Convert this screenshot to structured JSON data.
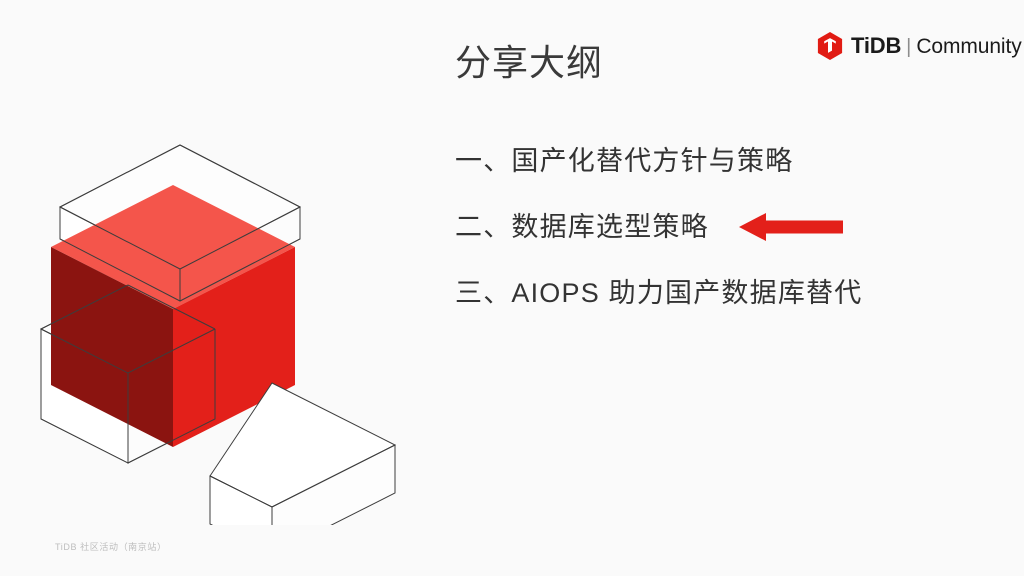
{
  "slide": {
    "background_color": "#fafafa",
    "title": "分享大纲",
    "footer_note": "TiDB 社区活动（南京站）"
  },
  "brand": {
    "name": "TiDB",
    "separator": "|",
    "suffix": "Community",
    "logo_color": "#e11b13"
  },
  "outline": {
    "items": [
      {
        "text": "一、国产化替代方针与策略",
        "has_arrow": false
      },
      {
        "text": "二、数据库选型策略",
        "has_arrow": true
      },
      {
        "text": "三、AIOPS 助力国产数据库替代",
        "has_arrow": false
      }
    ]
  },
  "arrow": {
    "direction": "left",
    "color": "#e3201a"
  },
  "artwork": {
    "description": "isometric-red-cube-with-white-wireframe-slabs",
    "colors": {
      "cube_top": "#f4554b",
      "cube_left": "#8b1410",
      "cube_right": "#e3201a",
      "wire_stroke": "#444444",
      "wire_fill": "#ffffff"
    }
  }
}
